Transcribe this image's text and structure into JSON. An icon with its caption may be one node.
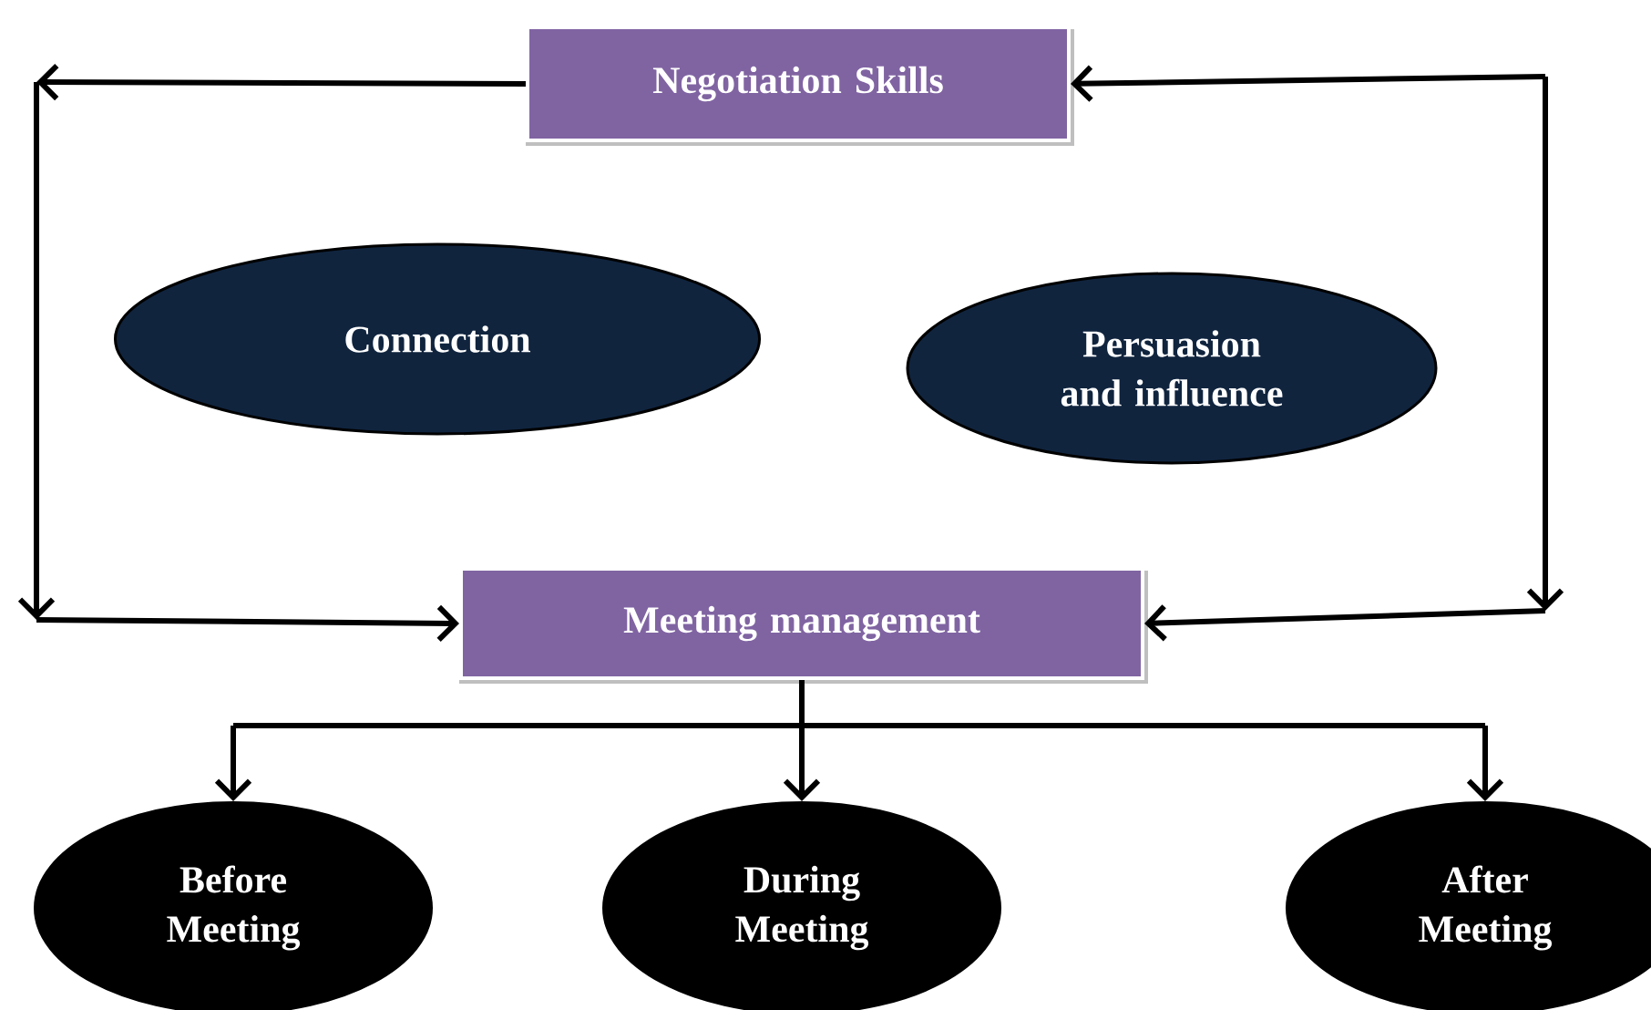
{
  "diagram": {
    "nodes": [
      {
        "text": [
          "Negotiation Skills"
        ]
      },
      {
        "text": [
          "Connection"
        ]
      },
      {
        "text": [
          "Persuasion and influence"
        ]
      },
      {
        "text": [
          "Meeting management"
        ]
      },
      {
        "text": [
          "Before Meeting"
        ]
      },
      {
        "text": [
          "During Meeting"
        ]
      },
      {
        "text": [
          "After Meeting"
        ]
      }
    ],
    "edges": [
      {
        "from": 0,
        "to": 3,
        "arrow": "to"
      },
      {
        "from": 0,
        "to": 3,
        "arrow": "both"
      },
      {
        "from": 3,
        "to": 4,
        "arrow": "to"
      },
      {
        "from": 3,
        "to": 5,
        "arrow": "to"
      },
      {
        "from": 3,
        "to": 6,
        "arrow": "to"
      }
    ]
  }
}
